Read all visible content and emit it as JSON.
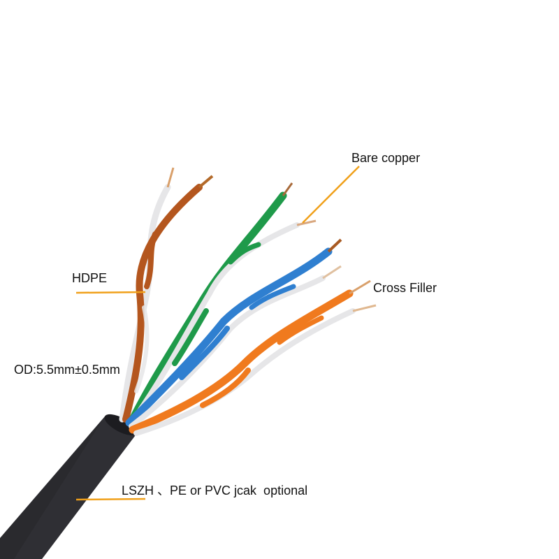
{
  "diagram": {
    "subject": "Twisted-pair network cable (4 pairs)",
    "colors": {
      "background": "#ffffff",
      "leader_line": "#f0a01a",
      "label_text": "#111111",
      "jacket": "#2a2a2e",
      "pair_brown": "#b4561e",
      "pair_green": "#1f9a4a",
      "pair_blue": "#2f7fd0",
      "pair_orange": "#f07a1e",
      "stripe_white": "#e8e8ea",
      "copper": "#c98a55"
    },
    "labels": {
      "bare_copper": "Bare copper",
      "hdpe": "HDPE",
      "cross_filler": "Cross Filler",
      "outer_diameter": "OD:5.5mm±0.5mm",
      "jacket": "LSZH 、PE or PVC jcak  optional"
    },
    "pairs": [
      {
        "name": "brown",
        "color": "brown"
      },
      {
        "name": "green",
        "color": "green"
      },
      {
        "name": "blue",
        "color": "blue"
      },
      {
        "name": "orange",
        "color": "orange"
      }
    ]
  }
}
